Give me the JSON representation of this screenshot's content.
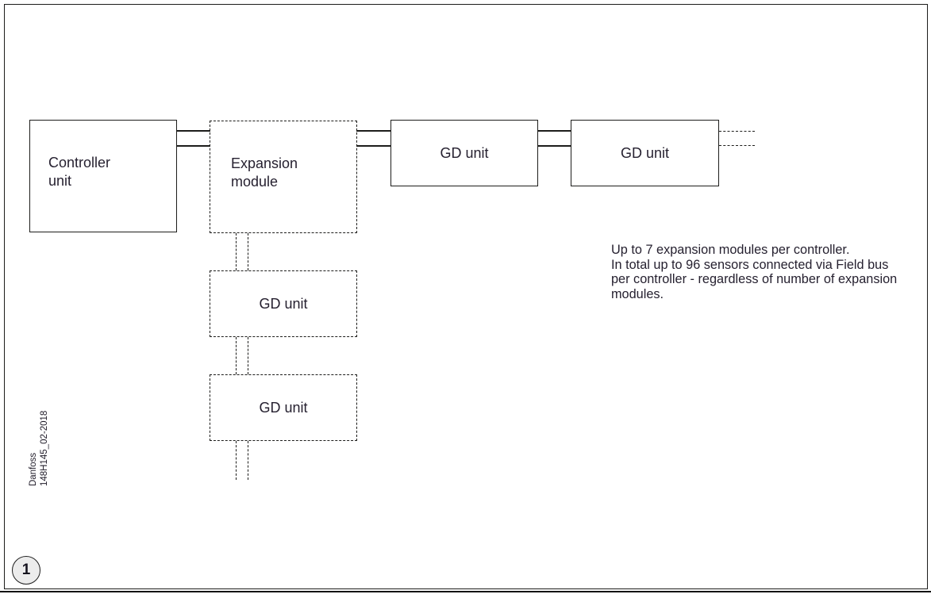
{
  "colors": {
    "line": "#1d1d1b",
    "text": "#262130",
    "page_background": "#ffffff"
  },
  "figure_number": "1",
  "watermark": {
    "brand": "Danfoss",
    "doc_code": "148H145_02-2018"
  },
  "blocks": {
    "controller": {
      "label_line1": "Controller",
      "label_line2": "unit"
    },
    "expansion": {
      "label_line1": "Expansion",
      "label_line2": "module"
    },
    "gd_top_left": {
      "label": "GD unit"
    },
    "gd_top_right": {
      "label": "GD unit"
    },
    "gd_stack_upper": {
      "label": "GD unit"
    },
    "gd_stack_lower": {
      "label": "GD unit"
    }
  },
  "note": {
    "lines": [
      "Up to 7 expansion modules per controller.",
      "In total up to 96 sensors connected via Field bus",
      "per controller - regardless of number of expansion",
      "modules."
    ]
  }
}
